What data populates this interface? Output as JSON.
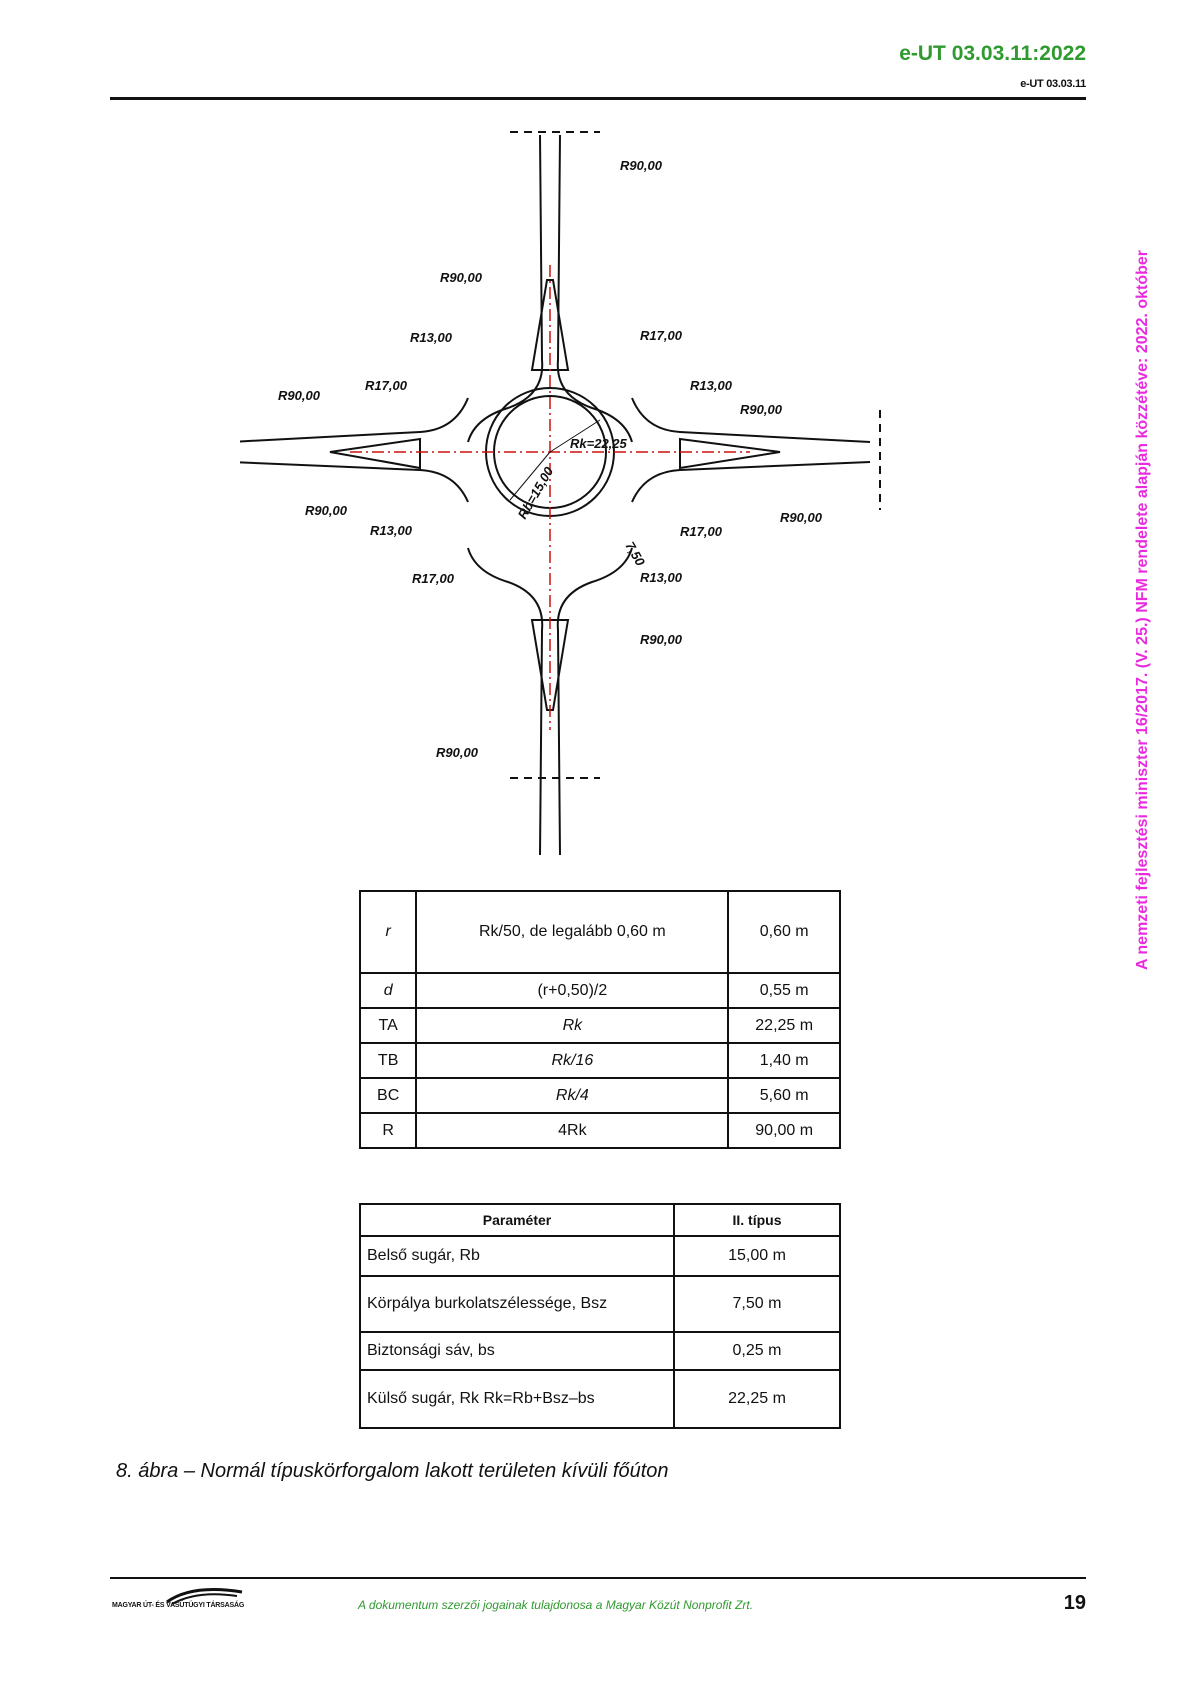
{
  "header": {
    "code_main": "e-UT 03.03.11:2022",
    "code_sub": "e-UT 03.03.11"
  },
  "side_note": "A nemzeti fejlesztési miniszter 16/2017. (V. 25.) NFM rendelete alapján közzétéve: 2022. október",
  "diagram": {
    "labels": [
      "R90,00",
      "R90,00",
      "R13,00",
      "R17,00",
      "R17,00",
      "R13,00",
      "R90,00",
      "R90,00",
      "Rk=22,25",
      "Rb=15,00",
      "R90,00",
      "R13,00",
      "R17,00",
      "R90,00",
      "7,50",
      "R17,00",
      "R13,00",
      "R90,00",
      "R90,00"
    ]
  },
  "table1": {
    "rows": [
      {
        "a": "r",
        "b": "Rk/50, de legalább 0,60 m",
        "c": "0,60 m"
      },
      {
        "a": "d",
        "b": "(r+0,50)/2",
        "c": "0,55 m"
      },
      {
        "a": "TA",
        "b": "Rk",
        "c": "22,25 m"
      },
      {
        "a": "TB",
        "b": "Rk/16",
        "c": "1,40 m"
      },
      {
        "a": "BC",
        "b": "Rk/4",
        "c": "5,60 m"
      },
      {
        "a": "R",
        "b": "4Rk",
        "c": "90,00 m"
      }
    ]
  },
  "table2": {
    "headers": [
      "Paraméter",
      "II. típus"
    ],
    "rows": [
      {
        "param": "Belső sugár, Rb",
        "value": "15,00 m"
      },
      {
        "param": "Körpálya burkolatszélessége, Bsz",
        "value": "7,50 m"
      },
      {
        "param": "Biztonsági sáv, bs",
        "value": "0,25 m"
      },
      {
        "param": "Külső sugár, Rk Rk=Rb+Bsz–bs",
        "value": "22,25 m"
      }
    ]
  },
  "caption": "8. ábra – Normál típuskörforgalom lakott területen kívüli főúton",
  "footer": {
    "logo_text": "MAGYAR ÚT- ÉS VASÚTÜGYI TÁRSASÁG",
    "copyright": "A dokumentum szerzői jogainak tulajdonosa a Magyar Közút Nonprofit Zrt.",
    "page": "19"
  }
}
